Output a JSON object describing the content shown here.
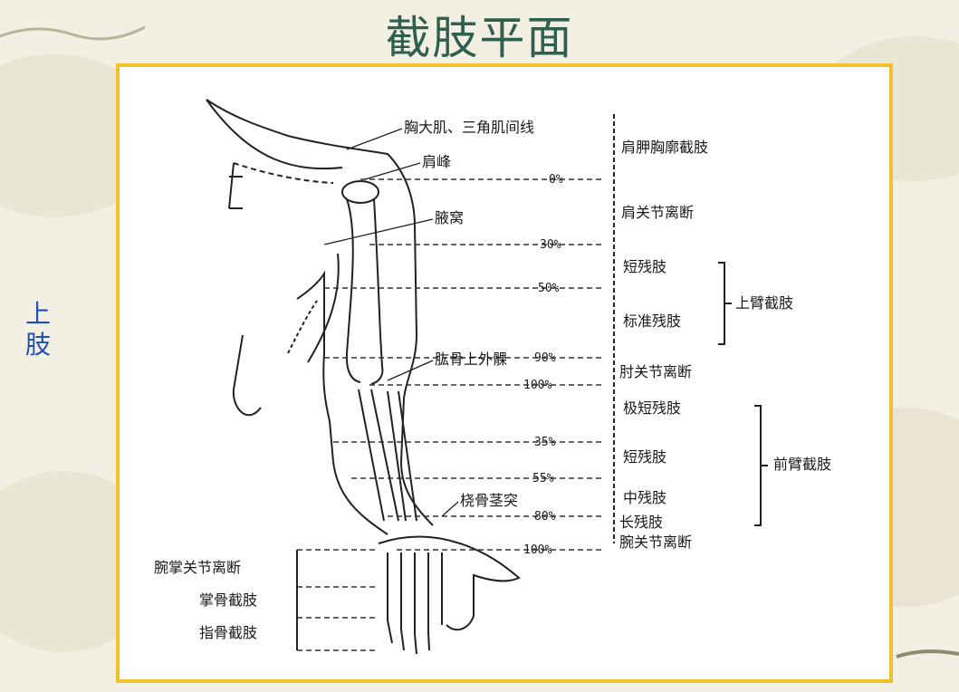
{
  "title": "截肢平面",
  "side_label": [
    "上",
    "肢"
  ],
  "anatomy_labels": {
    "pectoral_line": "胸大肌、三角肌间线",
    "acromion": "肩峰",
    "axilla": "腋窝",
    "lateral_epicondyle": "肱骨上外髁",
    "radial_styloid": "桡骨茎突"
  },
  "percent_markers": {
    "upper_0": "0%",
    "upper_30": "30%",
    "upper_50": "50%",
    "upper_90": "90%",
    "upper_100": "100%",
    "fore_35": "35%",
    "fore_55": "55%",
    "fore_80": "80%",
    "fore_100": "100%"
  },
  "levels": {
    "forequarter": "肩胛胸廓截肢",
    "shoulder_disartic": "肩关节离断",
    "short_stump": "短残肢",
    "standard_stump": "标准残肢",
    "upper_arm_group": "上臂截肢",
    "elbow_disartic": "肘关节离断",
    "very_short_stump": "极短残肢",
    "fore_short_stump": "短残肢",
    "mid_stump": "中残肢",
    "long_stump": "长残肢",
    "forearm_group": "前臂截肢",
    "wrist_disartic": "腕关节离断"
  },
  "hand_levels": {
    "carpal_disartic": "腕掌关节离断",
    "metacarpal": "掌骨截肢",
    "phalangeal": "指骨截肢"
  }
}
